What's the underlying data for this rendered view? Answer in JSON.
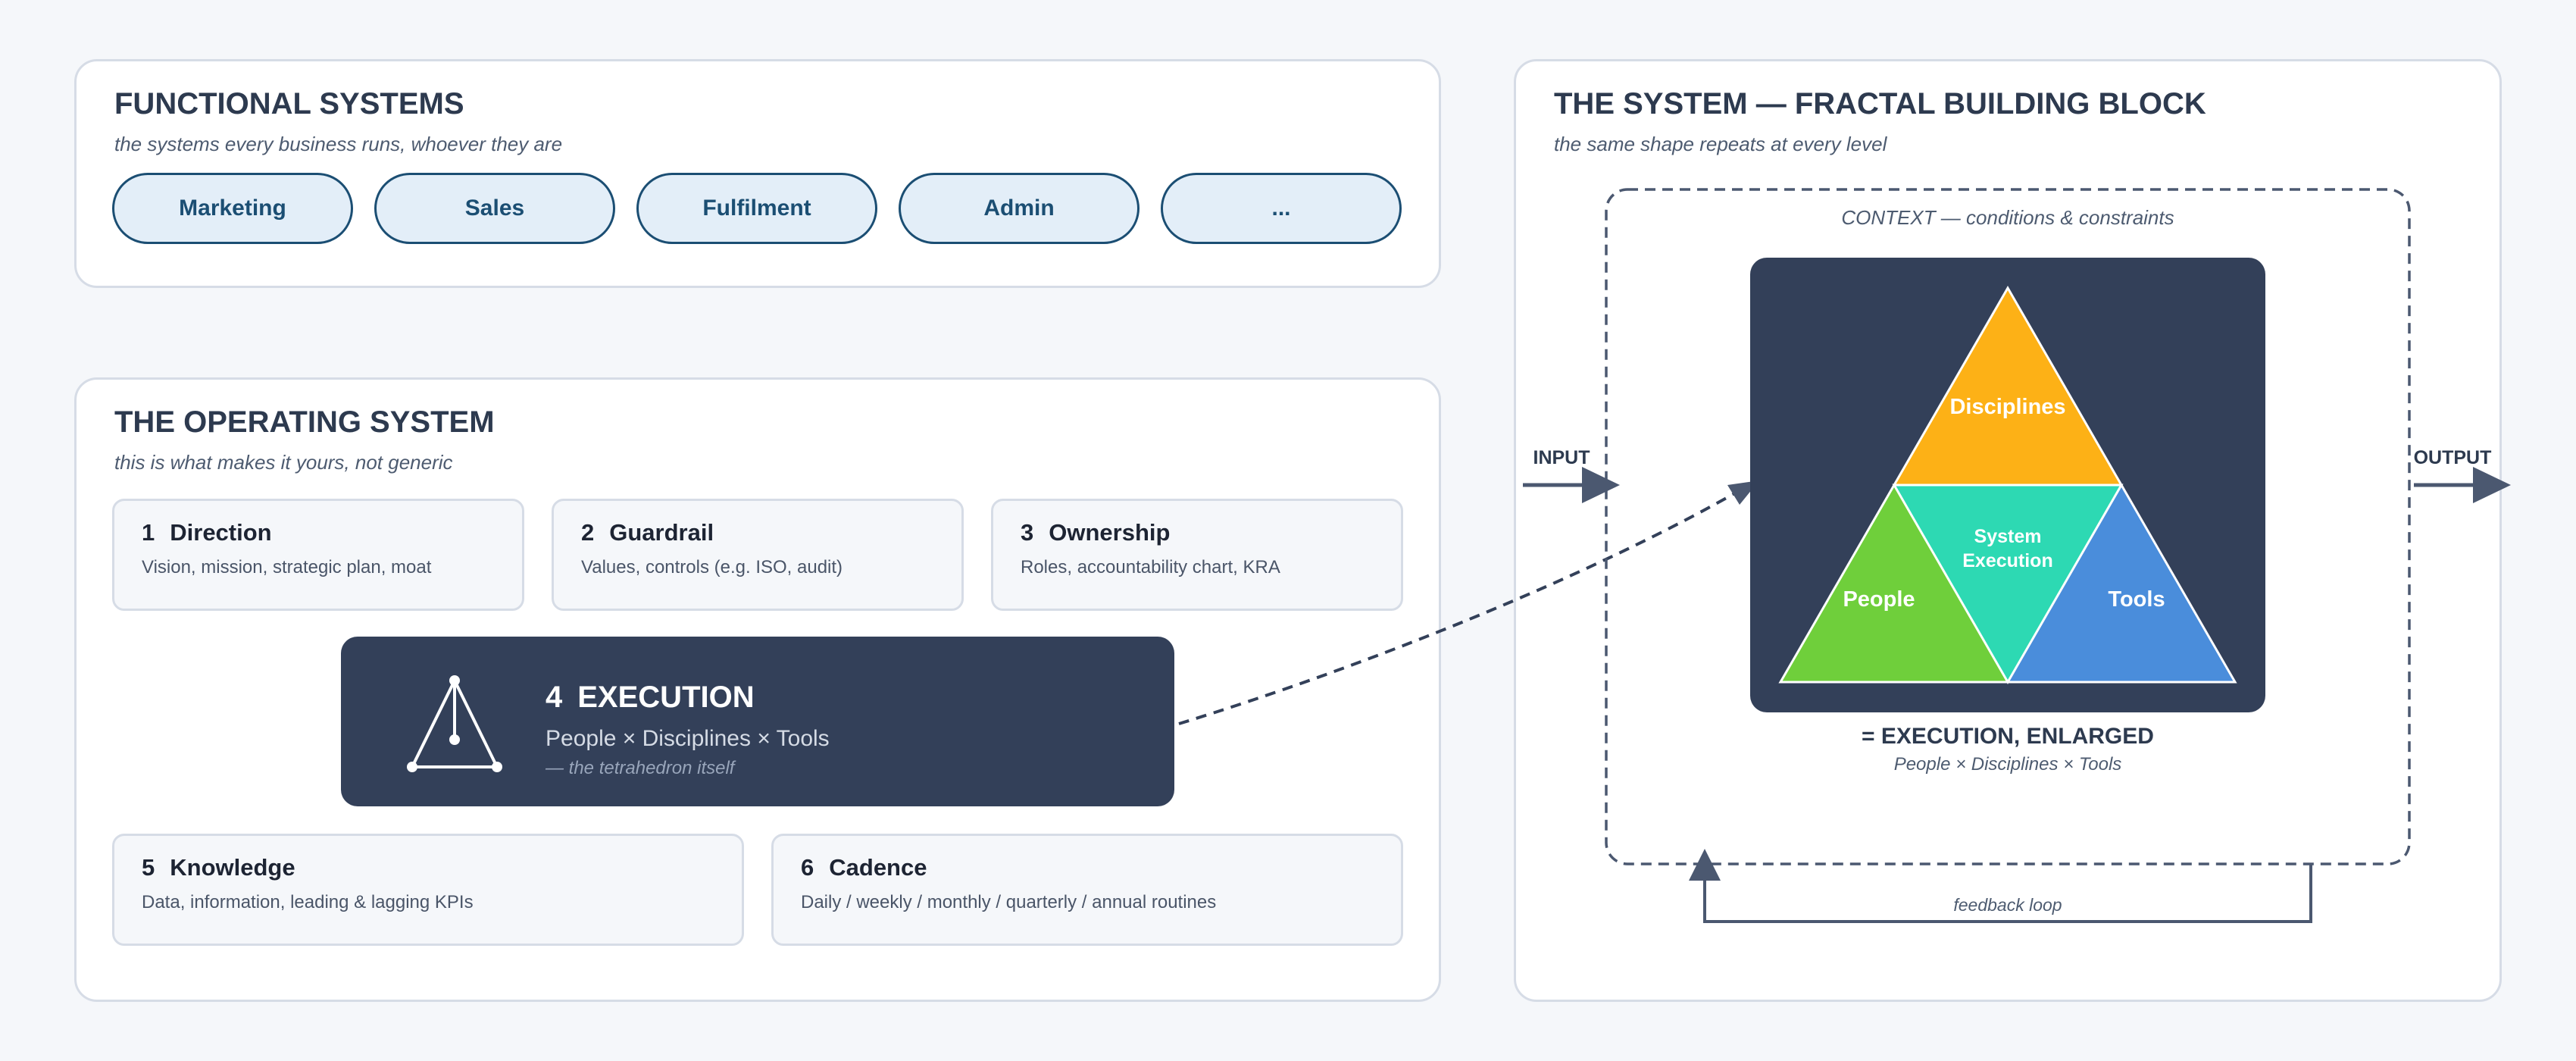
{
  "functional": {
    "title": "FUNCTIONAL SYSTEMS",
    "subtitle": "the systems every business runs, whoever they are",
    "pills": [
      "Marketing",
      "Sales",
      "Fulfilment",
      "Admin",
      "..."
    ]
  },
  "operating": {
    "title": "THE OPERATING SYSTEM",
    "subtitle": "this is what makes it yours, not generic",
    "components": [
      {
        "num": "1",
        "title": "Direction",
        "desc": "Vision, mission, strategic plan, moat"
      },
      {
        "num": "2",
        "title": "Guardrail",
        "desc": "Values, controls (e.g. ISO, audit)"
      },
      {
        "num": "3",
        "title": "Ownership",
        "desc": "Roles, accountability chart, KRA"
      },
      {
        "num": "5",
        "title": "Knowledge",
        "desc": "Data, information, leading & lagging KPIs"
      },
      {
        "num": "6",
        "title": "Cadence",
        "desc": "Daily / weekly / monthly / quarterly / annual routines"
      }
    ],
    "execution": {
      "num": "4",
      "title": "EXECUTION",
      "formula": "People × Disciplines × Tools",
      "note": "— the tetrahedron itself",
      "icon": "tetrahedron-icon"
    }
  },
  "fractal": {
    "title": "THE SYSTEM — FRACTAL BUILDING BLOCK",
    "subtitle": "the same shape repeats at every level",
    "context_label": "CONTEXT — conditions & constraints",
    "input_label": "INPUT",
    "output_label": "OUTPUT",
    "triangle": {
      "top": "Disciplines",
      "left": "People",
      "right": "Tools",
      "center_line1": "System",
      "center_line2": "Execution"
    },
    "caption_title": "= EXECUTION, ENLARGED",
    "caption_sub": "People × Disciplines × Tools",
    "feedback_label": "feedback loop"
  },
  "colors": {
    "dark_navy": "#334059",
    "disciplines": "#fdb116",
    "people": "#6fcf3b",
    "tools": "#4a8ddb",
    "system_execution": "#2dd9b3",
    "pill_border": "#1b4e73",
    "pill_fill": "#e3eef8",
    "arrow": "#4b5870"
  }
}
